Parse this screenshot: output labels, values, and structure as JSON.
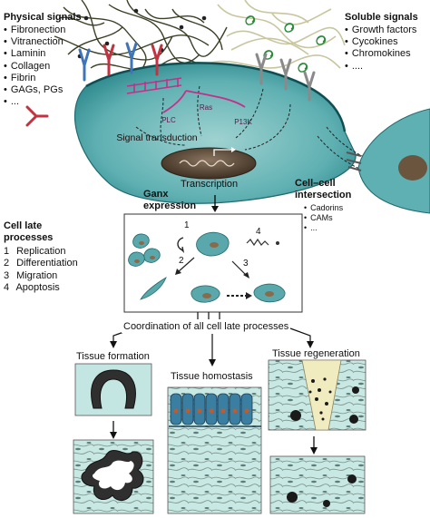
{
  "physical_signals": {
    "title": "Physical signals",
    "items": [
      "Fibronection",
      "Vitranection",
      "Laminin",
      "Collagen",
      "Fibrin",
      "GAGs, PGs",
      "..."
    ]
  },
  "soluble_signals": {
    "title": "Soluble signals",
    "items": [
      "Growth factors",
      "Cycokines",
      "Chromokines",
      "...."
    ]
  },
  "molecules": {
    "plc": "PLC",
    "ras": "Ras",
    "pi3k": "P13K"
  },
  "signal_transduction": "Signal transduction",
  "transcription": "Transcription",
  "gene_expression": "Ganx expression",
  "cell_cell": {
    "title": "Cell–cell intersection",
    "items": [
      "Cadorins",
      "CAMs",
      "..."
    ]
  },
  "cell_late_processes": {
    "title": "Cell late processes",
    "items": [
      {
        "n": "1",
        "label": "Replication"
      },
      {
        "n": "2",
        "label": "Differentiation"
      },
      {
        "n": "3",
        "label": "Migration"
      },
      {
        "n": "4",
        "label": "Apoptosis"
      }
    ]
  },
  "process_numbers": [
    "1",
    "2",
    "3",
    "4"
  ],
  "coordination": "Coordination of all cell late processes",
  "outcomes": {
    "tissue_formation": "Tissue formation",
    "tissue_homeostasis": "Tissue homostasis",
    "tissue_regeneration": "Tissue regeneration"
  },
  "colors": {
    "cell": "#6fb7b9",
    "cell_dark": "#2e7c80",
    "nucleus": "#5b4a3a",
    "magenta": "#c2308a",
    "teal_panel": "#c4e6e2",
    "fiber_dark": "#3a3f26",
    "fiber_light": "#c9c7a2"
  }
}
